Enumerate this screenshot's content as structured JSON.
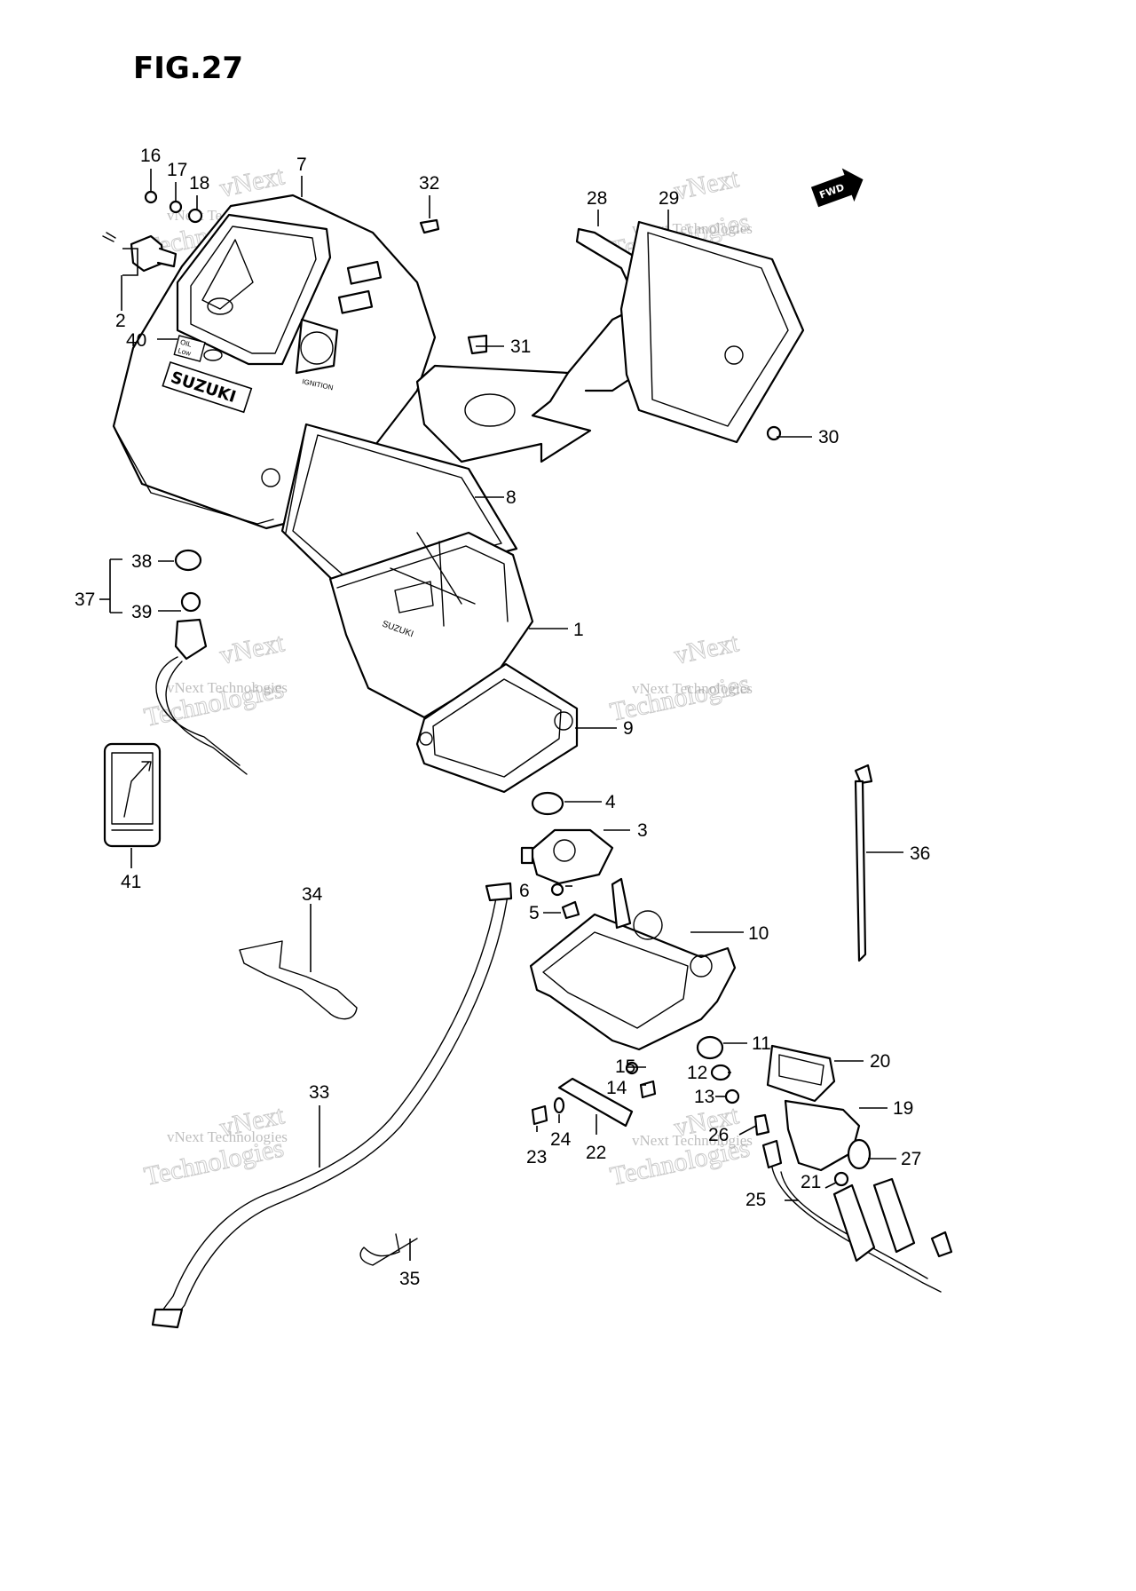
{
  "figure": {
    "title": "FIG.27"
  },
  "fwd_marker": "FWD",
  "watermark": {
    "line1": "vNext",
    "line2": "vNext Technologies",
    "line3": "Technologies"
  },
  "decals": {
    "brand": "SUZUKI",
    "brand_lower": "SUZUKI",
    "oil_lamp_1": "OIL",
    "oil_lamp_2": "Low",
    "ignition": "IGNITION"
  },
  "callouts": [
    "1",
    "2",
    "3",
    "4",
    "5",
    "6",
    "7",
    "8",
    "9",
    "10",
    "11",
    "12",
    "13",
    "14",
    "15",
    "16",
    "17",
    "18",
    "19",
    "20",
    "21",
    "22",
    "23",
    "24",
    "25",
    "26",
    "27",
    "28",
    "29",
    "30",
    "31",
    "32",
    "33",
    "34",
    "35",
    "36",
    "37",
    "38",
    "39",
    "40",
    "41"
  ]
}
